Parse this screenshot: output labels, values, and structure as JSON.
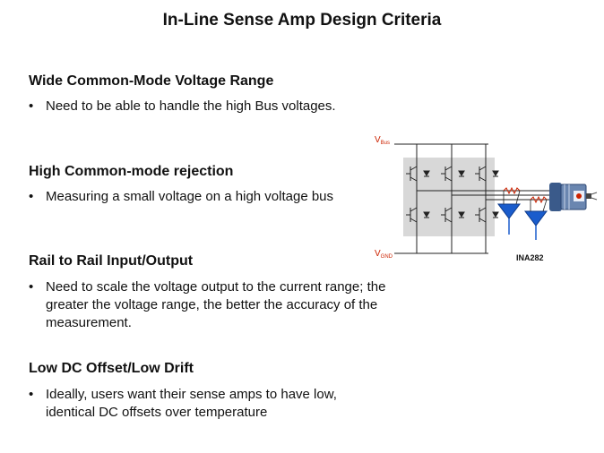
{
  "slide": {
    "title": "In-Line Sense Amp Design Criteria",
    "sections": [
      {
        "heading": "Wide Common-Mode Voltage Range",
        "bullet": "Need to be able to handle the high Bus voltages."
      },
      {
        "heading": "High Common-mode rejection",
        "bullet": "Measuring a small voltage on a high voltage bus"
      },
      {
        "heading": "Rail to Rail Input/Output",
        "bullet": "Need to scale the voltage output to the current range; the greater the voltage range, the better the accuracy of the measurement."
      },
      {
        "heading": "Low DC Offset/Low Drift",
        "bullet": "Ideally, users want their sense amps to have low, identical DC offsets over temperature"
      }
    ],
    "bullet_symbol": "•"
  },
  "diagram": {
    "vbus_label": "V",
    "vbus_sub": "Bus",
    "vgnd_label": "V",
    "vgnd_sub": "GND",
    "part_label": "INA282",
    "label_color": "#cc2200",
    "amp_color": "#1a5ccc"
  }
}
